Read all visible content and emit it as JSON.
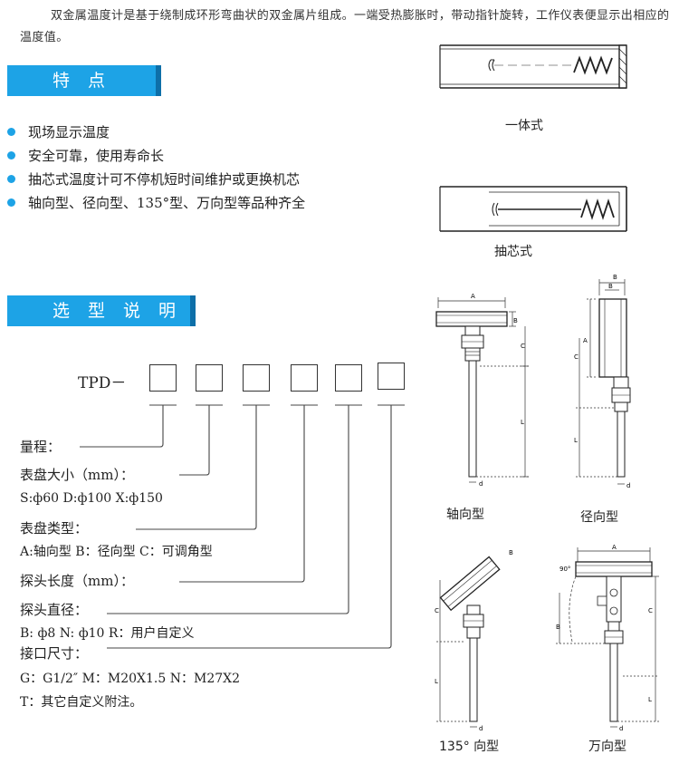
{
  "intro": "双金属温度计是基于绕制成环形弯曲状的双金属片组成。一端受热膨胀时，带动指针旋转，工作仪表便显示出相应的温度值。",
  "features": {
    "title": "特点",
    "items": [
      "现场显示温度",
      "安全可靠，使用寿命长",
      "抽芯式温度计可不停机短时间维护或更换机芯",
      "轴向型、径向型、135°型、万向型等品种齐全"
    ]
  },
  "structure_captions": {
    "integral": "一体式",
    "core": "抽芯式"
  },
  "selection": {
    "title": "选型说明",
    "model_prefix": "TPD－",
    "fields": [
      {
        "label": "量程：",
        "options": ""
      },
      {
        "label": "表盘大小（mm）：",
        "options": "S:ф60  D:ф100  X:ф150"
      },
      {
        "label": "表盘类型：",
        "options": "A:轴向型 B：径向型 C：可调角型"
      },
      {
        "label": "探头长度（mm）：",
        "options": ""
      },
      {
        "label": "探头直径：",
        "options": "B:  ф8  N:  ф10  R：用户自定义"
      },
      {
        "label": "接口尺寸：",
        "options": "G：G1/2″   M：M20X1.5    N：M27X2"
      }
    ],
    "note": "T：其它自定义附注。"
  },
  "diagram_captions": {
    "axial": "轴向型",
    "radial": "径向型",
    "deg135": "135° 向型",
    "universal": "万向型"
  },
  "dim_labels": {
    "a": "A",
    "b": "B",
    "c": "C",
    "l": "L",
    "d": "d",
    "angle": "90°"
  }
}
